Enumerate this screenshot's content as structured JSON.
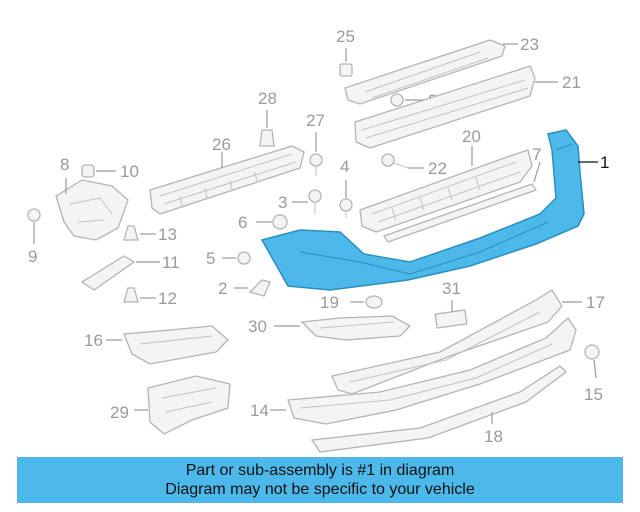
{
  "diagram": {
    "highlight_color": "#4db8ea",
    "callouts": {
      "c1": "1",
      "c2": "2",
      "c3": "3",
      "c4": "4",
      "c5": "5",
      "c6": "6",
      "c7": "7",
      "c8": "8",
      "c9": "9",
      "c10": "10",
      "c11": "11",
      "c12": "12",
      "c13": "13",
      "c14": "14",
      "c15": "15",
      "c16": "16",
      "c17": "17",
      "c18": "18",
      "c19": "19",
      "c20": "20",
      "c21": "21",
      "c22": "22",
      "c23": "23",
      "c24": "24",
      "c25": "25",
      "c26": "26",
      "c27": "27",
      "c28": "28",
      "c29": "29",
      "c30": "30",
      "c31": "31"
    }
  },
  "banner": {
    "line1": "Part or sub-assembly is #1 in diagram",
    "line2": "Diagram may not be specific to your vehicle",
    "background": "#4db8ea"
  }
}
